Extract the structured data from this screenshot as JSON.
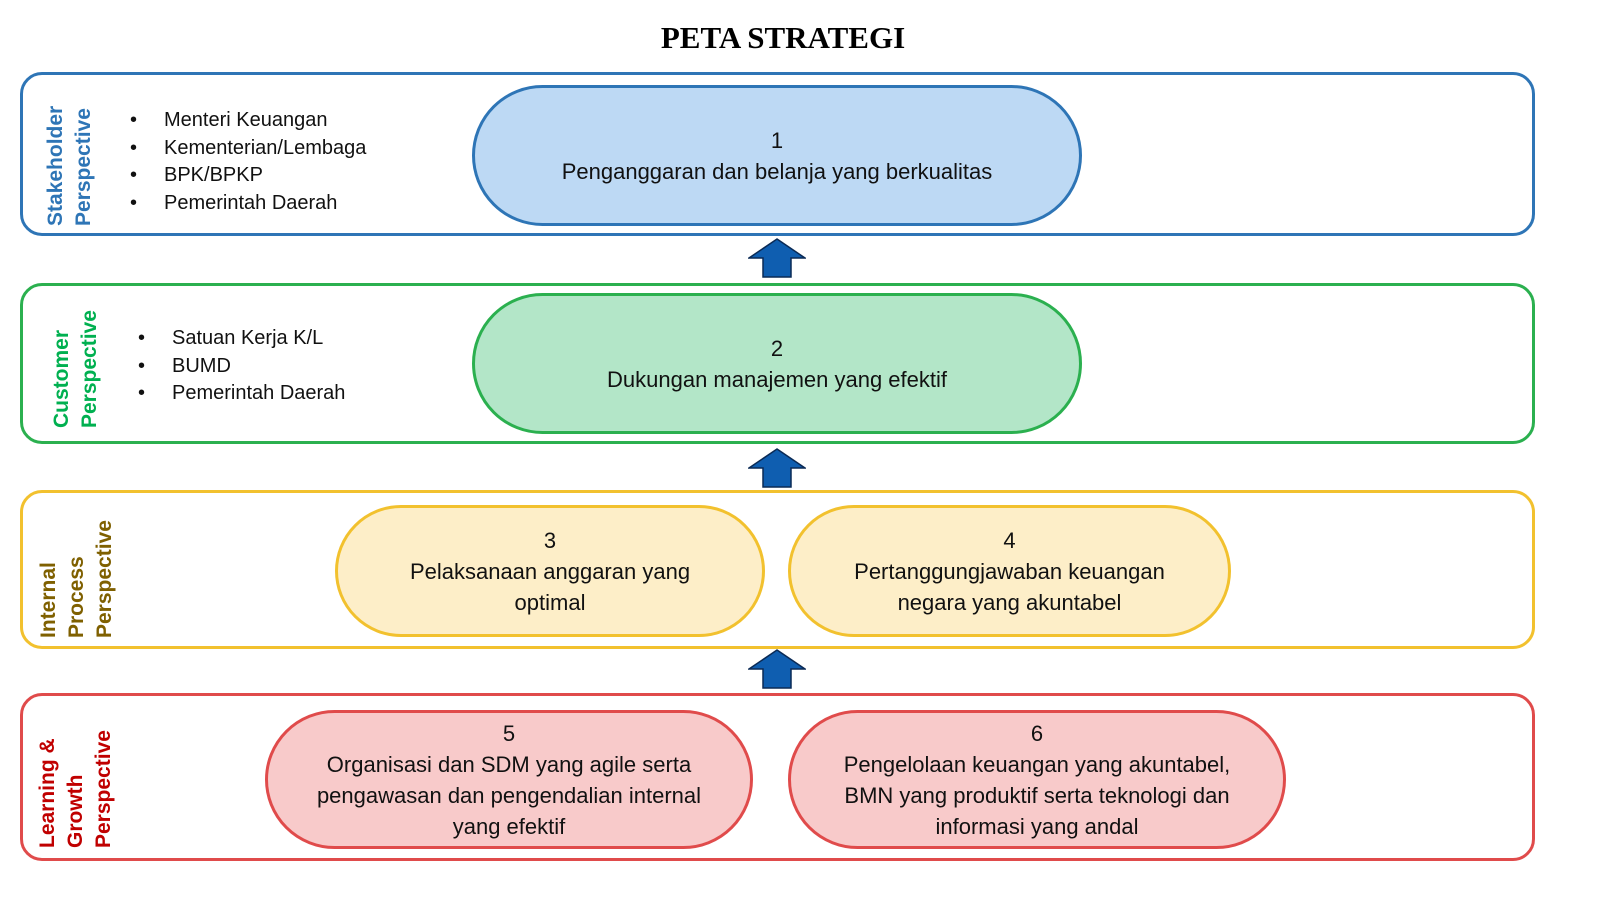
{
  "title": "PETA STRATEGI",
  "perspectives": [
    {
      "label": "Stakeholder\nPerspective",
      "color": "#2e75b6",
      "items": [
        "Menteri Keuangan",
        "Kementerian/Lembaga",
        "BPK/BPKP",
        "Pemerintah Daerah"
      ],
      "objectives": [
        {
          "number": "1",
          "text": "Penganggaran dan belanja yang berkualitas"
        }
      ]
    },
    {
      "label": "Customer\nPerspective",
      "color": "#00b050",
      "items": [
        "Satuan Kerja K/L",
        "BUMD",
        "Pemerintah Daerah"
      ],
      "objectives": [
        {
          "number": "2",
          "text": "Dukungan manajemen yang efektif"
        }
      ]
    },
    {
      "label": "Internal\nProcess\nPerspective",
      "color": "#7f6000",
      "objectives": [
        {
          "number": "3",
          "text": "Pelaksanaan anggaran yang optimal"
        },
        {
          "number": "4",
          "text": "Pertanggungjawaban keuangan negara yang akuntabel"
        }
      ]
    },
    {
      "label": "Learning &\nGrowth\nPerspective",
      "color": "#c00000",
      "objectives": [
        {
          "number": "5",
          "text": "Organisasi dan SDM yang agile serta pengawasan dan pengendalian internal yang efektif"
        },
        {
          "number": "6",
          "text": "Pengelolaan keuangan yang akuntabel, BMN yang produktif serta teknologi dan informasi yang andal"
        }
      ]
    }
  ]
}
